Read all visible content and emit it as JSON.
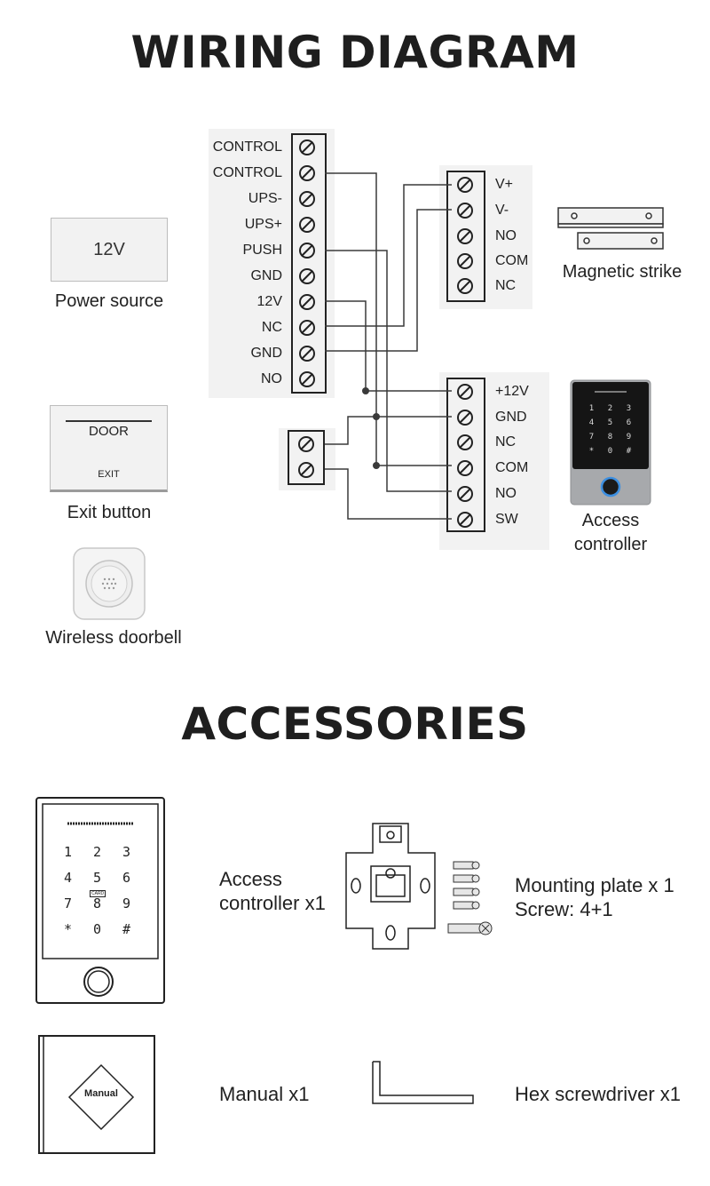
{
  "wiring": {
    "title": "WIRING DIAGRAM",
    "main_block_labels": [
      "CONTROL",
      "CONTROL",
      "UPS-",
      "UPS+",
      "PUSH",
      "GND",
      "12V",
      "NC",
      "GND",
      "NO"
    ],
    "lock_block_labels": [
      "V+",
      "V-",
      "NO",
      "COM",
      "NC"
    ],
    "access_block_labels": [
      "+12V",
      "GND",
      "NC",
      "COM",
      "NO",
      "SW"
    ],
    "power_source": {
      "box_text": "12V",
      "caption": "Power source"
    },
    "magnetic_strike": {
      "caption": "Magnetic strike"
    },
    "exit_button": {
      "door_text": "DOOR",
      "exit_text": "EXIT",
      "caption": "Exit button"
    },
    "doorbell": {
      "caption": "Wireless doorbell"
    },
    "access_controller": {
      "caption_line1": "Access",
      "caption_line2": "controller",
      "keys": [
        "1",
        "2",
        "3",
        "4",
        "5",
        "6",
        "7",
        "8",
        "9",
        "*",
        "0",
        "#"
      ]
    }
  },
  "accessories": {
    "title": "ACCESSORIES",
    "access_controller": {
      "line1": "Access",
      "line2": "controller x1",
      "keys": [
        "1",
        "2",
        "3",
        "4",
        "5",
        "6",
        "7",
        "8",
        "9",
        "*",
        "0",
        "#"
      ],
      "card_text": "CARD"
    },
    "mounting_plate": {
      "line1": "Mounting plate x 1",
      "line2": "Screw: 4+1"
    },
    "manual": {
      "cover_text": "Manual",
      "label": "Manual x1"
    },
    "hex_screwdriver": {
      "label": "Hex screwdriver x1"
    }
  },
  "colors": {
    "wire": "#3a3a3a",
    "block_bg": "#f2f2f2",
    "device_gray": "#a7a9ac",
    "dark_panel": "#151515"
  }
}
